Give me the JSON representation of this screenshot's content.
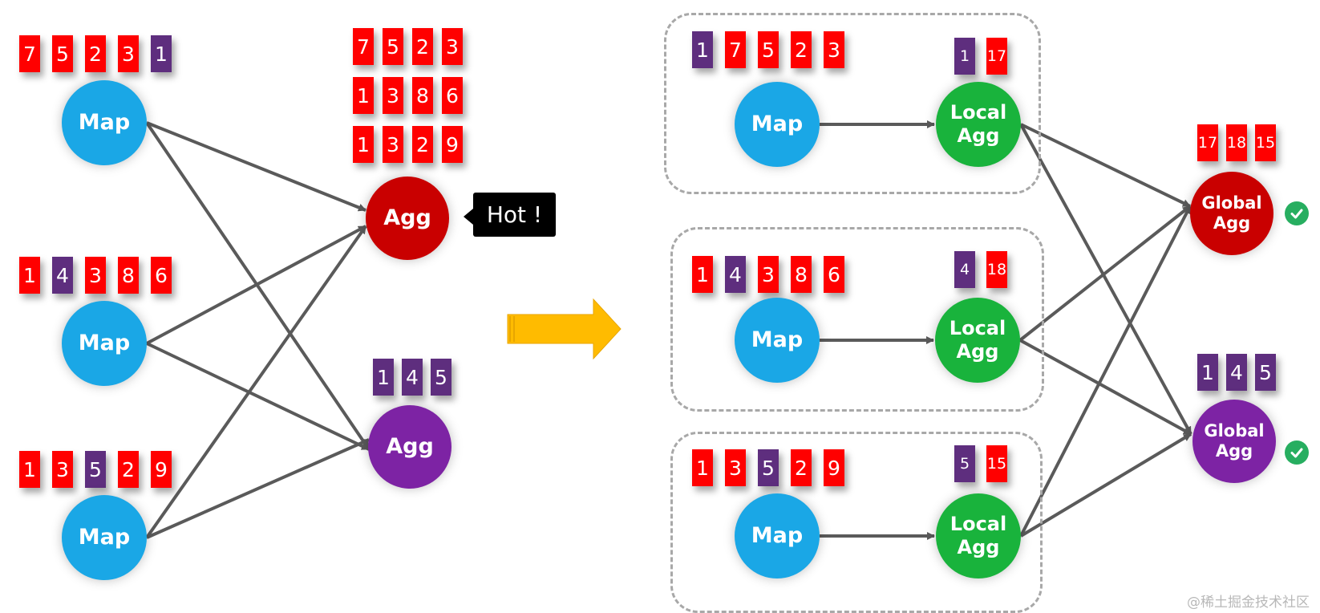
{
  "colors": {
    "red": "#ff0000",
    "purple": "#5e2e7e",
    "map_node": "#1aa7e6",
    "hot_agg_node": "#c90000",
    "cold_agg_node": "#7d23a4",
    "local_agg_node": "#19b33c",
    "arrow": "#5a5a5a",
    "big_arrow": "#ffbb00",
    "check": "#27ae60"
  },
  "left": {
    "maps": [
      {
        "label": "Map",
        "records": [
          {
            "v": "7",
            "c": "red"
          },
          {
            "v": "5",
            "c": "red"
          },
          {
            "v": "2",
            "c": "red"
          },
          {
            "v": "3",
            "c": "red"
          },
          {
            "v": "1",
            "c": "purple"
          }
        ]
      },
      {
        "label": "Map",
        "records": [
          {
            "v": "1",
            "c": "red"
          },
          {
            "v": "4",
            "c": "purple"
          },
          {
            "v": "3",
            "c": "red"
          },
          {
            "v": "8",
            "c": "red"
          },
          {
            "v": "6",
            "c": "red"
          }
        ]
      },
      {
        "label": "Map",
        "records": [
          {
            "v": "1",
            "c": "red"
          },
          {
            "v": "3",
            "c": "red"
          },
          {
            "v": "5",
            "c": "purple"
          },
          {
            "v": "2",
            "c": "red"
          },
          {
            "v": "9",
            "c": "red"
          }
        ]
      }
    ],
    "hot_agg": {
      "label": "Agg",
      "rows": [
        [
          {
            "v": "7",
            "c": "red"
          },
          {
            "v": "5",
            "c": "red"
          },
          {
            "v": "2",
            "c": "red"
          },
          {
            "v": "3",
            "c": "red"
          }
        ],
        [
          {
            "v": "1",
            "c": "red"
          },
          {
            "v": "3",
            "c": "red"
          },
          {
            "v": "8",
            "c": "red"
          },
          {
            "v": "6",
            "c": "red"
          }
        ],
        [
          {
            "v": "1",
            "c": "red"
          },
          {
            "v": "3",
            "c": "red"
          },
          {
            "v": "2",
            "c": "red"
          },
          {
            "v": "9",
            "c": "red"
          }
        ]
      ]
    },
    "cold_agg": {
      "label": "Agg",
      "records": [
        {
          "v": "1",
          "c": "purple"
        },
        {
          "v": "4",
          "c": "purple"
        },
        {
          "v": "5",
          "c": "purple"
        }
      ]
    },
    "hot_label": "Hot !"
  },
  "right": {
    "groups": [
      {
        "map_label": "Map",
        "map_records": [
          {
            "v": "1",
            "c": "purple"
          },
          {
            "v": "7",
            "c": "red"
          },
          {
            "v": "5",
            "c": "red"
          },
          {
            "v": "2",
            "c": "red"
          },
          {
            "v": "3",
            "c": "red"
          }
        ],
        "local_label": "Local\nAgg",
        "local_records": [
          {
            "v": "1",
            "c": "purple"
          },
          {
            "v": "17",
            "c": "red"
          }
        ]
      },
      {
        "map_label": "Map",
        "map_records": [
          {
            "v": "1",
            "c": "red"
          },
          {
            "v": "4",
            "c": "purple"
          },
          {
            "v": "3",
            "c": "red"
          },
          {
            "v": "8",
            "c": "red"
          },
          {
            "v": "6",
            "c": "red"
          }
        ],
        "local_label": "Local\nAgg",
        "local_records": [
          {
            "v": "4",
            "c": "purple"
          },
          {
            "v": "18",
            "c": "red"
          }
        ]
      },
      {
        "map_label": "Map",
        "map_records": [
          {
            "v": "1",
            "c": "red"
          },
          {
            "v": "3",
            "c": "red"
          },
          {
            "v": "5",
            "c": "purple"
          },
          {
            "v": "2",
            "c": "red"
          },
          {
            "v": "9",
            "c": "red"
          }
        ],
        "local_label": "Local\nAgg",
        "local_records": [
          {
            "v": "5",
            "c": "purple"
          },
          {
            "v": "15",
            "c": "red"
          }
        ]
      }
    ],
    "global_red": {
      "label": "Global\nAgg",
      "records": [
        {
          "v": "17",
          "c": "red"
        },
        {
          "v": "18",
          "c": "red"
        },
        {
          "v": "15",
          "c": "red"
        }
      ]
    },
    "global_purple": {
      "label": "Global\nAgg",
      "records": [
        {
          "v": "1",
          "c": "purple"
        },
        {
          "v": "4",
          "c": "purple"
        },
        {
          "v": "5",
          "c": "purple"
        }
      ]
    }
  },
  "icons": {
    "transition": "right-arrow-icon",
    "done": "checkmark-icon"
  },
  "watermark": "@稀土掘金技术社区"
}
